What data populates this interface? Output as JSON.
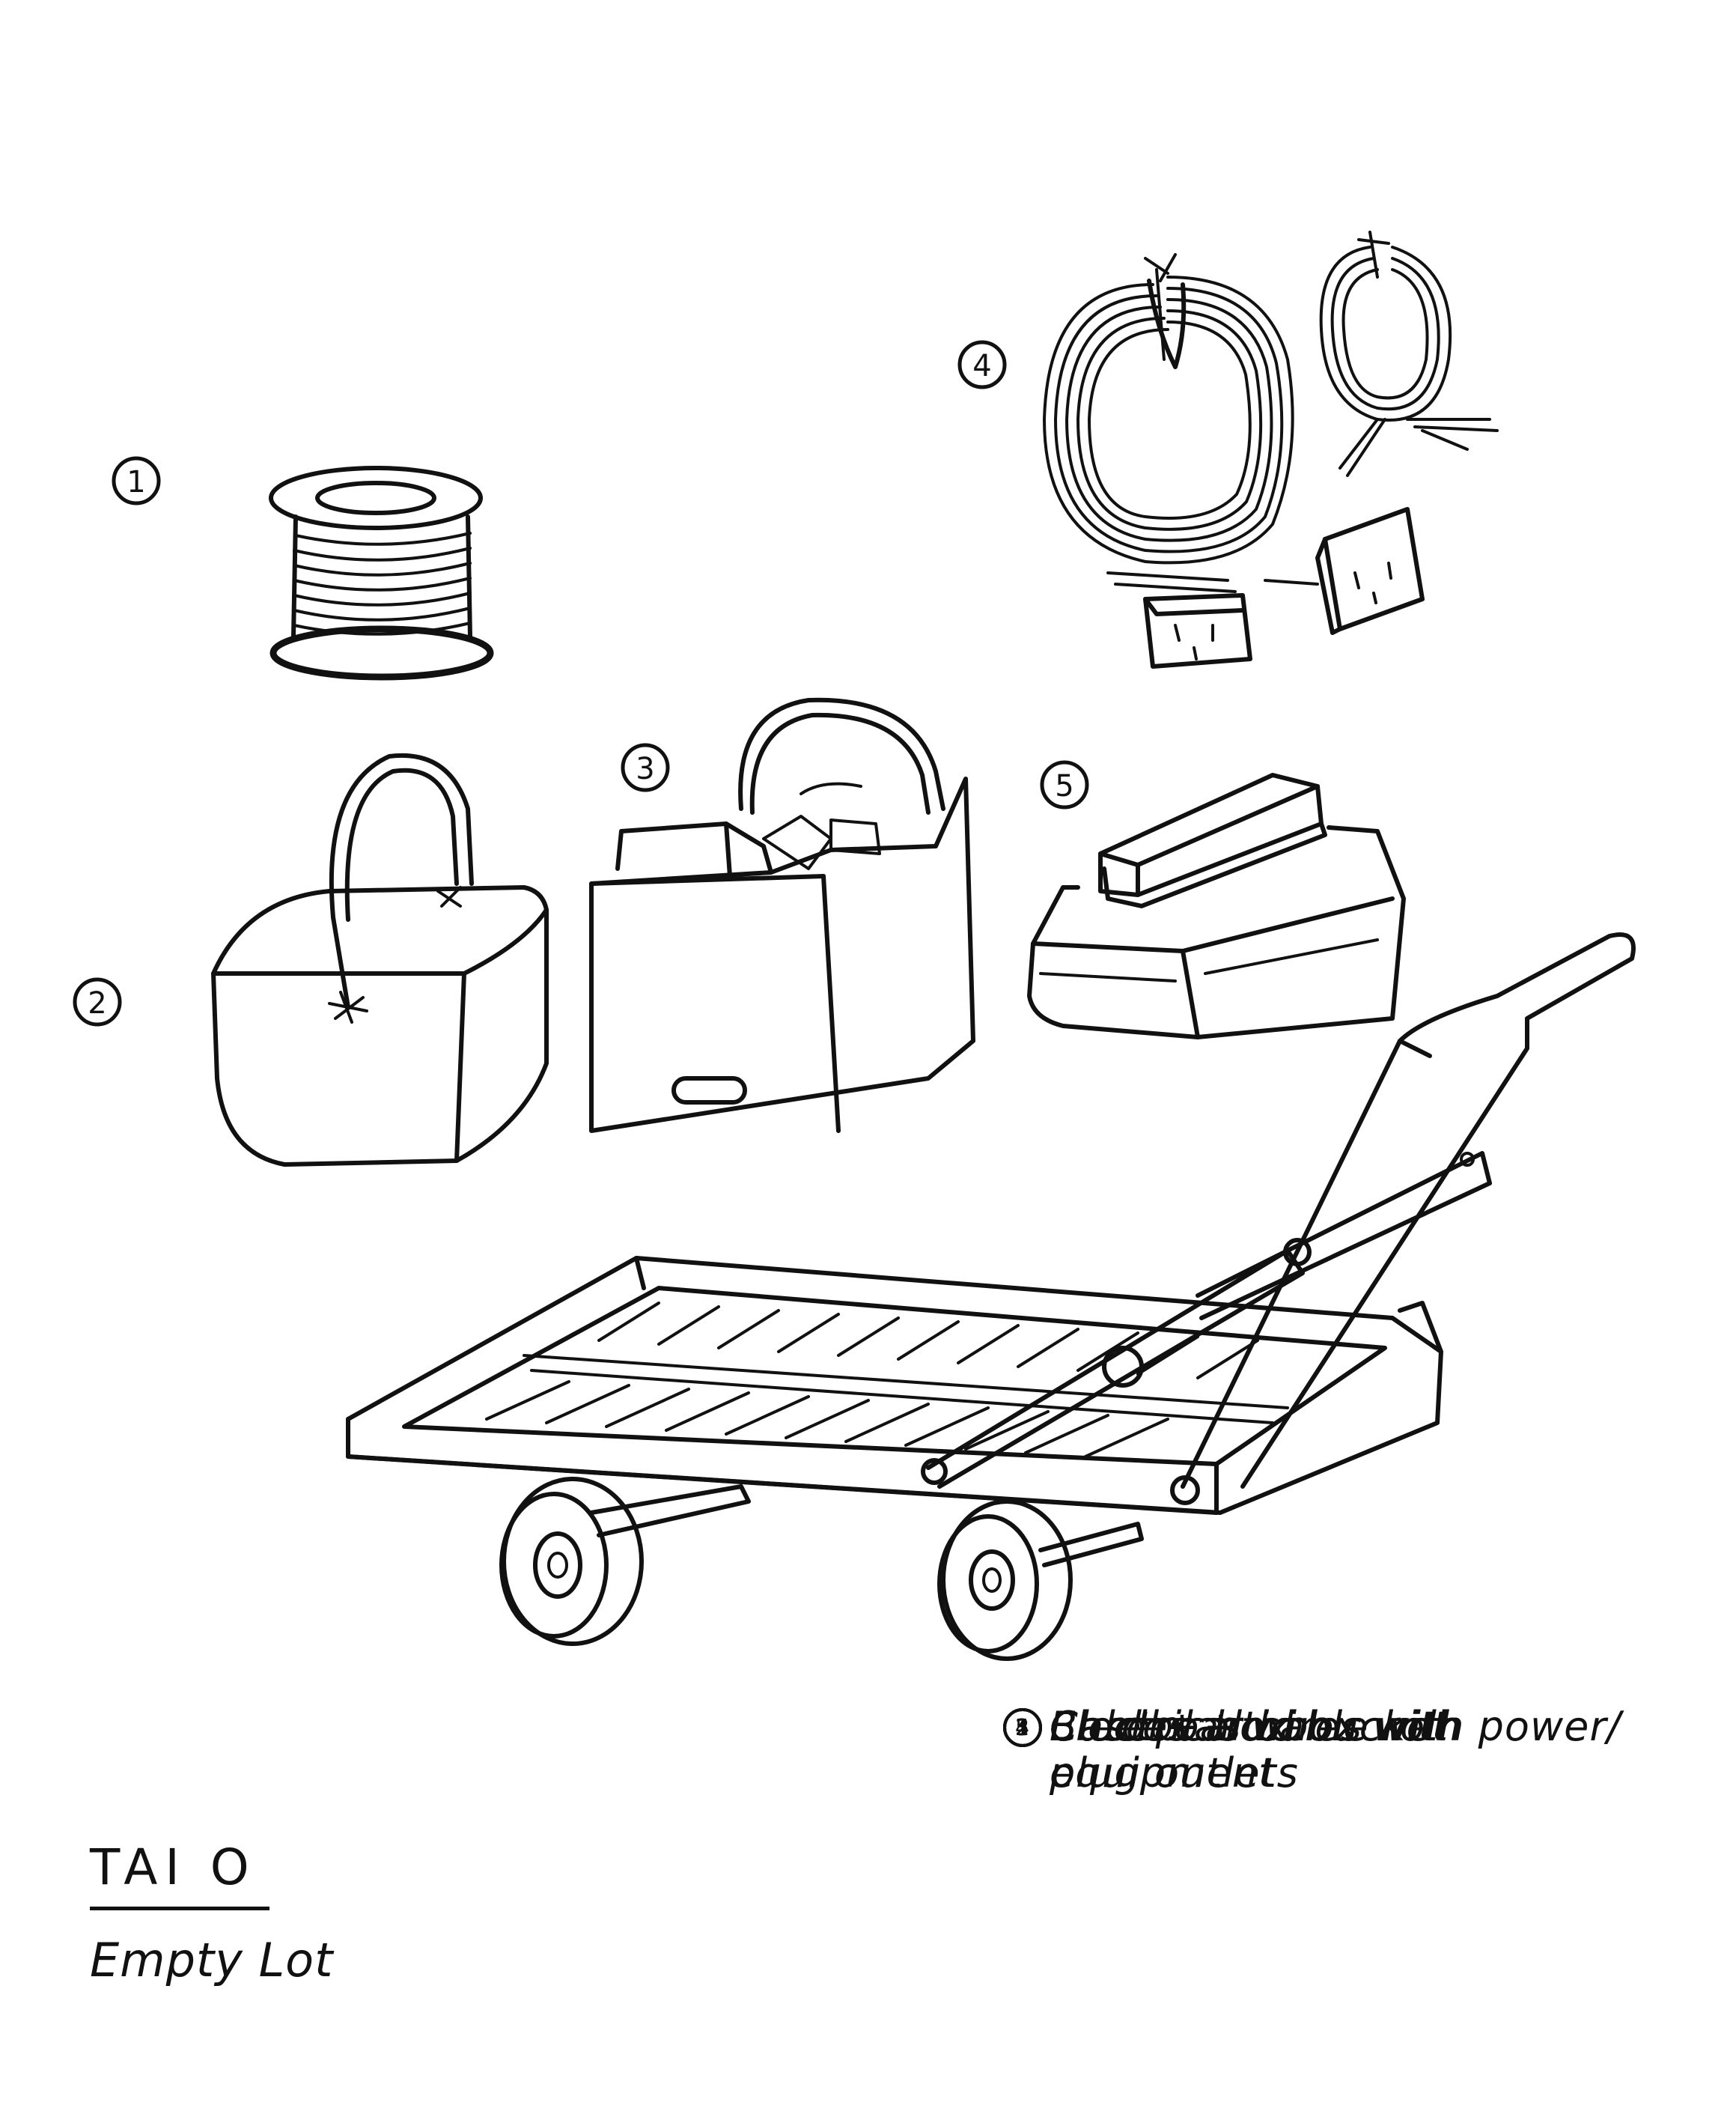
{
  "markers": [
    "1",
    "2",
    "3",
    "4",
    "5"
  ],
  "legend": [
    {
      "num": "1",
      "text": "Electrical cable roll"
    },
    {
      "num": "2",
      "text": "Blue plastic bucket"
    },
    {
      "num": "3",
      "text": "Cardboard box with equipment"
    },
    {
      "num": "4",
      "text": "Cables + wires with power/ plug outlets"
    },
    {
      "num": "5",
      "text": "Case + box"
    }
  ],
  "title": {
    "place": "TAI O",
    "subtitle": "Empty Lot"
  },
  "icons": [
    "cable-reel-icon",
    "bucket-icon",
    "box-icon",
    "coiled-cables-icon",
    "case-icon",
    "cart-icon"
  ]
}
